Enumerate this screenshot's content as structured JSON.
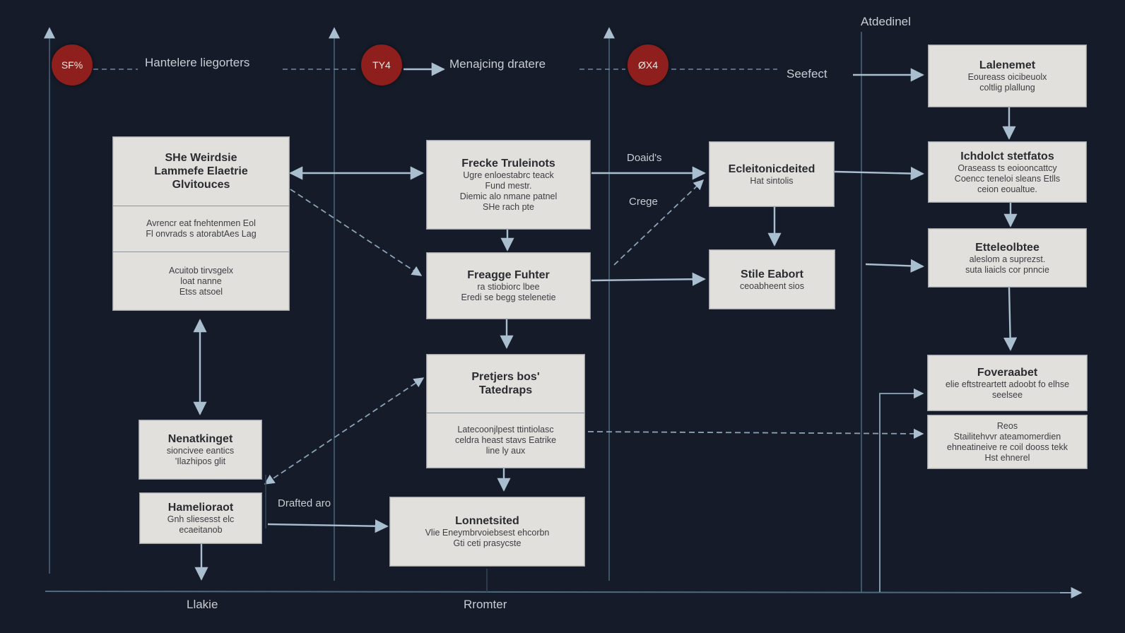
{
  "badges": {
    "b1": "SF%",
    "b2": "TY4",
    "b3": "ØX4"
  },
  "header_labels": {
    "lane1": "Hantelere liegorters",
    "lane2": "Menajcing dratere",
    "lane3": "Seefect",
    "lane4": "Atdedinel"
  },
  "edge_labels": {
    "doards": "Doaid's",
    "crege": "Crege",
    "drafted": "Drafted aro"
  },
  "footer_labels": {
    "left": "Llakie",
    "mid": "Rromter"
  },
  "boxes": {
    "website": {
      "title": "SHe Weirdsie\nLammefe Elaetrie\nGlvitouces",
      "body1": "Avrencr eat fnehtenmen Eol\nFl onvrads s atorabtAes Lag",
      "body2": "Acuitob tirvsgelx\nloat nanne\nEtss atsoel"
    },
    "nativinget": {
      "title": "Nenatkinget",
      "body": "sioncivee eantics\n'Ilazhipos glit"
    },
    "hamelioroat": {
      "title": "Hamelioraot",
      "body": "Gnh sliesesst elc\necaeitanob"
    },
    "frecze": {
      "title": "Frecke Truleinots",
      "body": "Ugre enloestabrc teack\nFund mestr.\nDiemic alo nmane patnel\nSHe rach pte"
    },
    "freagge": {
      "title": "Freagge Fuhter",
      "body": "ra stiobiorc lbee\nEredi se begg stelenetie"
    },
    "pretjers": {
      "title": "Pretjers bos'\nTatedraps",
      "body": "Latecoonjlpest ttintiolasc\nceldra heast stavs Eatrike\nline ly aux"
    },
    "lonnetsited": {
      "title": "Lonnetsited",
      "body": "Vlie Eneymbrvoiebsest ehcorbn\nGti ceti prasycste"
    },
    "edcheoniated": {
      "title": "Ecleitonicdeited",
      "body": "Hat sintolis"
    },
    "stile": {
      "title": "Stile Eabort",
      "body": "ceoabheent sios"
    },
    "latenemet": {
      "title": "Lalenemet",
      "body": "Eoureass oicibeuolx\ncoltlig plallung"
    },
    "ichelot": {
      "title": "Ichdolct stetfatos",
      "body": "Oraseass ts eoiooncattcy\nCoencc teneloi sleans Etlls\nceion eoualtue."
    },
    "eitelet": {
      "title": "Etteleolbtee",
      "body": "aleslom a suprezst.\nsuta liaicls cor pnncie"
    },
    "foveraabet": {
      "title": "Foveraabet",
      "body": "elie eftstreartett adoobt fo elhse\nseelsee"
    },
    "reos": {
      "title": "",
      "body": "Reos\nStailitehvvr ateamomerdien\nehneatineive re coil dooss tekk\nHst ehnerel"
    }
  },
  "colors": {
    "background": "#161b29",
    "badge": "#8e1f1c",
    "box": "#e2e0dc",
    "line": "#5f7a91",
    "arrow": "#a9bfcf"
  }
}
